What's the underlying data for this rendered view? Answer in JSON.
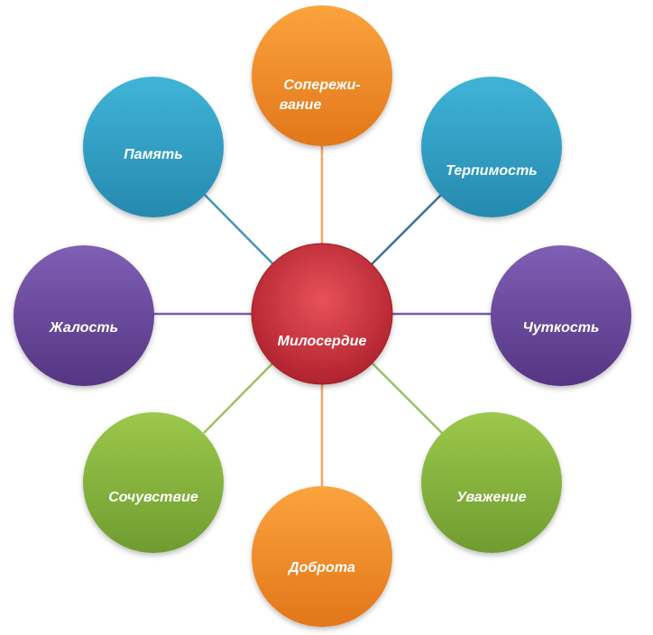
{
  "diagram": {
    "center": {
      "label": "Милосердие",
      "color": "#c9303a"
    },
    "nodes": [
      {
        "id": "soperezhivanie",
        "lines": [
          "Сопережи-",
          "вание"
        ],
        "color": "#f28a1e"
      },
      {
        "id": "terpimost",
        "lines": [
          "Терпимость"
        ],
        "color": "#31a3c8"
      },
      {
        "id": "chutkost",
        "lines": [
          "Чуткость"
        ],
        "color": "#6a4a9c"
      },
      {
        "id": "uvazhenie",
        "lines": [
          "Уважение"
        ],
        "color": "#86b43c"
      },
      {
        "id": "dobrota",
        "lines": [
          "Доброта"
        ],
        "color": "#f28a1e"
      },
      {
        "id": "sochuvstvie",
        "lines": [
          "Сочувствие"
        ],
        "color": "#86b43c"
      },
      {
        "id": "zhalost",
        "lines": [
          "Жалость"
        ],
        "color": "#6a4a9c"
      },
      {
        "id": "pamyat",
        "lines": [
          "Память"
        ],
        "color": "#31a3c8"
      }
    ],
    "connector_colors": {
      "orange": "#f4a46a",
      "blue": "#3f7fa8",
      "purple": "#7a5ba8",
      "green": "#9cc063"
    }
  }
}
